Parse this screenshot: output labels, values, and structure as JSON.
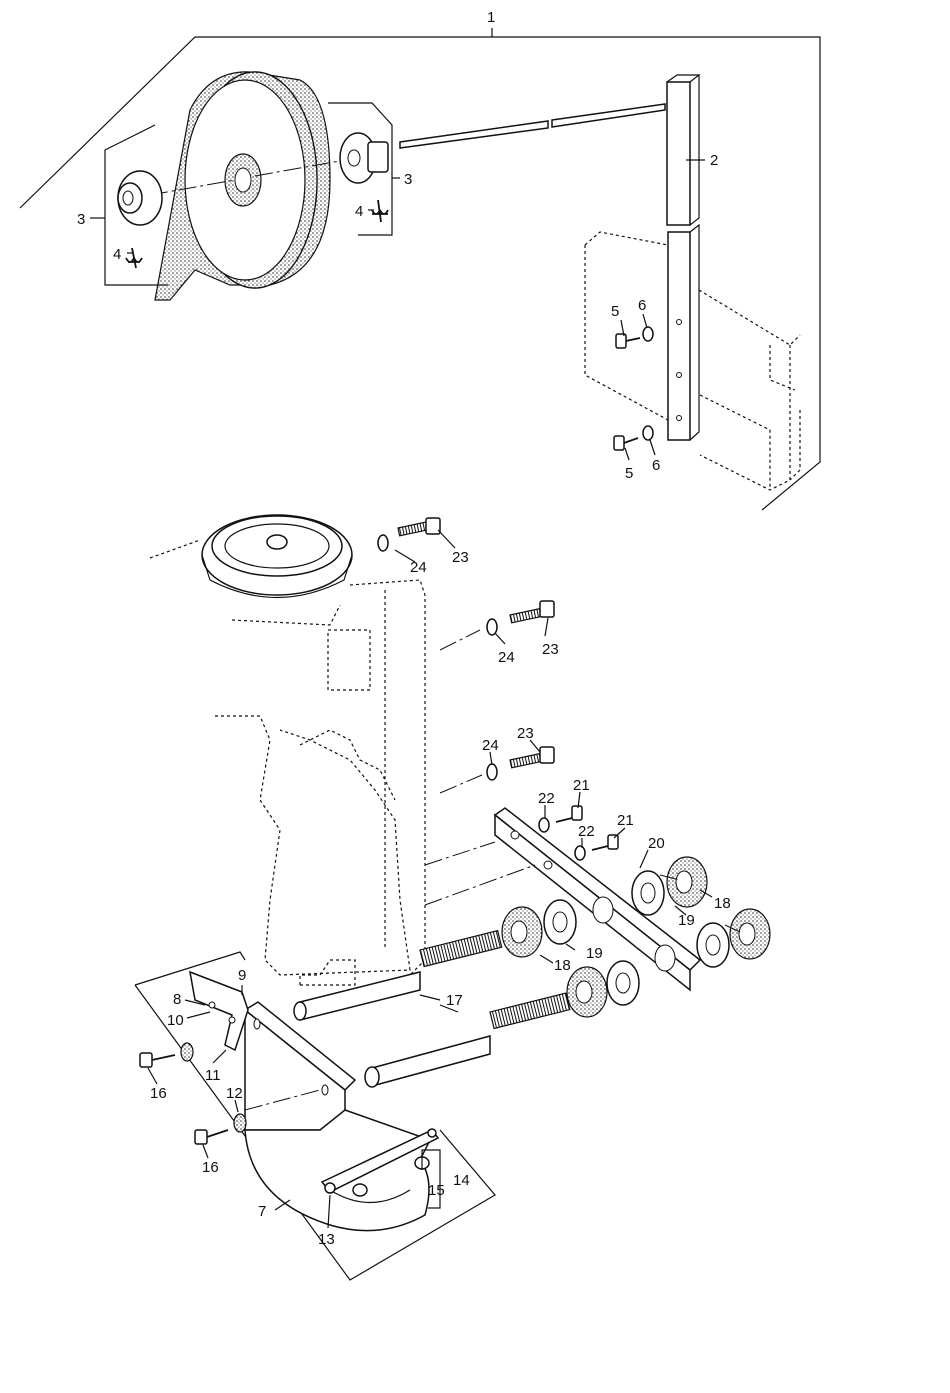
{
  "callouts": {
    "c1": "1",
    "c2": "2",
    "c3a": "3",
    "c3b": "3",
    "c4a": "4",
    "c4b": "4",
    "c5a": "5",
    "c5b": "5",
    "c6a": "6",
    "c6b": "6",
    "c7": "7",
    "c8": "8",
    "c9": "9",
    "c10": "10",
    "c11": "11",
    "c12": "12",
    "c13": "13",
    "c14": "14",
    "c15": "15",
    "c16a": "16",
    "c16b": "16",
    "c17": "17",
    "c18a": "18",
    "c18b": "18",
    "c19a": "19",
    "c19b": "19",
    "c20": "20",
    "c21a": "21",
    "c21b": "21",
    "c22a": "22",
    "c22b": "22",
    "c23a": "23",
    "c23b": "23",
    "c23c": "23",
    "c24a": "24",
    "c24b": "24",
    "c24c": "24"
  }
}
